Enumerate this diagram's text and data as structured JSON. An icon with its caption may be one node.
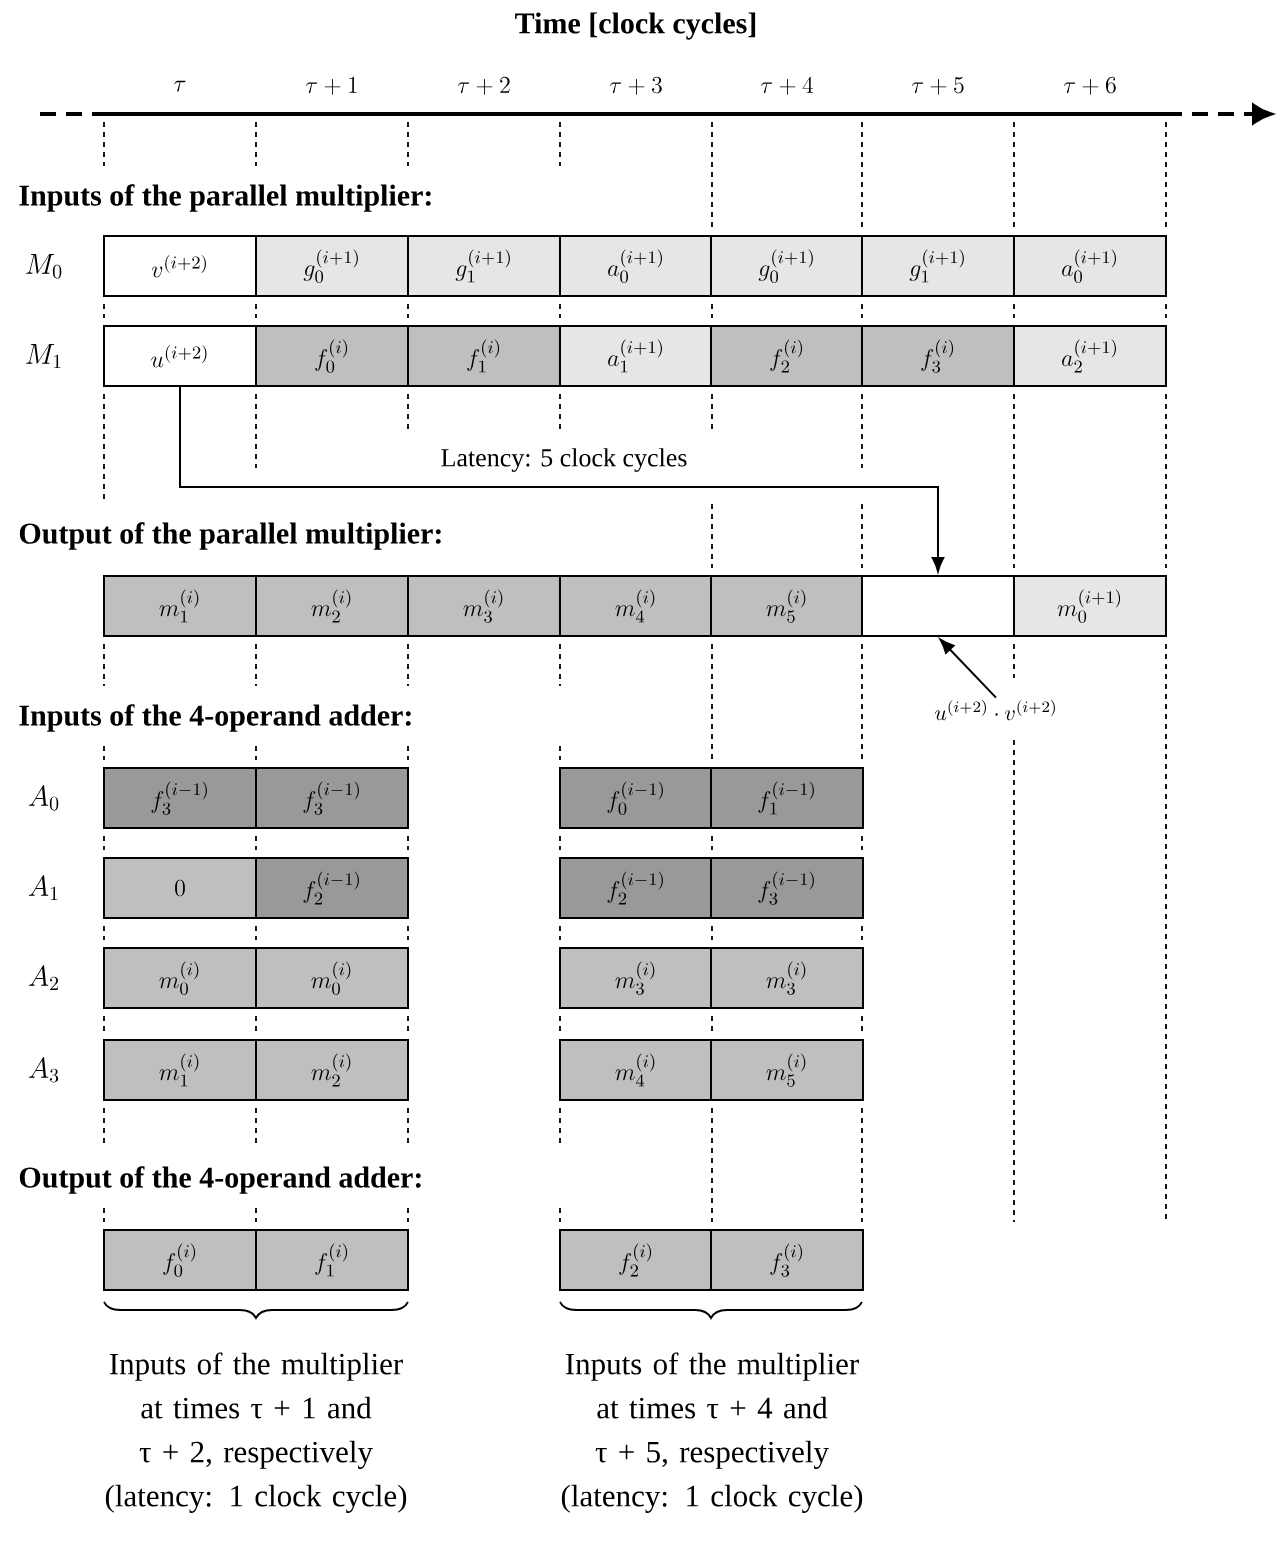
{
  "diagram": {
    "title": "Time [clock cycles]",
    "nodes": [
      {
        "text": [
          "v^{(i+2)}"
        ]
      },
      {
        "text": [
          "g_0^{(i+1)}"
        ]
      },
      {
        "text": [
          "g_1^{(i+1)}"
        ]
      },
      {
        "text": [
          "a_0^{(i+1)}"
        ]
      },
      {
        "text": [
          "g_0^{(i+1)}"
        ]
      },
      {
        "text": [
          "g_1^{(i+1)}"
        ]
      },
      {
        "text": [
          "a_0^{(i+1)}"
        ]
      },
      {
        "text": [
          "u^{(i+2)}"
        ]
      },
      {
        "text": [
          "f_0^{(i)}"
        ]
      },
      {
        "text": [
          "f_1^{(i)}"
        ]
      },
      {
        "text": [
          "a_1^{(i+1)}"
        ]
      },
      {
        "text": [
          "f_2^{(i)}"
        ]
      },
      {
        "text": [
          "f_3^{(i)}"
        ]
      },
      {
        "text": [
          "a_2^{(i+1)}"
        ]
      },
      {
        "text": [
          "m_1^{(i)}"
        ]
      },
      {
        "text": [
          "m_2^{(i)}"
        ]
      },
      {
        "text": [
          "m_3^{(i)}"
        ]
      },
      {
        "text": [
          "m_4^{(i)}"
        ]
      },
      {
        "text": [
          "m_5^{(i)}"
        ]
      },
      {
        "text": [],
        "shape": "box"
      },
      {
        "text": [
          "m_0^{(i+1)}"
        ]
      },
      {
        "text": [
          "f_3^{(i-1)}"
        ]
      },
      {
        "text": [
          "f_3^{(i-1)}"
        ]
      },
      {
        "text": [
          "f_0^{(i-1)}"
        ]
      },
      {
        "text": [
          "f_1^{(i-1)}"
        ]
      },
      {
        "text": [
          "0"
        ]
      },
      {
        "text": [
          "f_2^{(i-1)}"
        ]
      },
      {
        "text": [
          "f_2^{(i-1)}"
        ]
      },
      {
        "text": [
          "f_3^{(i-1)}"
        ]
      },
      {
        "text": [
          "m_0^{(i)}"
        ]
      },
      {
        "text": [
          "m_0^{(i)}"
        ]
      },
      {
        "text": [
          "m_3^{(i)}"
        ]
      },
      {
        "text": [
          "m_3^{(i)}"
        ]
      },
      {
        "text": [
          "m_1^{(i)}"
        ]
      },
      {
        "text": [
          "m_2^{(i)}"
        ]
      },
      {
        "text": [
          "m_4^{(i)}"
        ]
      },
      {
        "text": [
          "m_5^{(i)}"
        ]
      },
      {
        "text": [
          "f_0^{(i)}"
        ]
      },
      {
        "text": [
          "f_1^{(i)}"
        ]
      },
      {
        "text": [
          "f_2^{(i)}"
        ]
      },
      {
        "text": [
          "f_3^{(i)}"
        ]
      },
      {
        "text": [
          "u^{(i+2)} \\cdot v^{(i+2)}"
        ]
      }
    ],
    "edges": [
      {
        "from": 7,
        "to": 19,
        "arrow": "to",
        "label": "Latency: 5 clock cycles"
      },
      {
        "from": 41,
        "to": 19,
        "arrow": "to"
      }
    ],
    "labels": [
      "\\tau",
      "\\tau + 1",
      "\\tau + 2",
      "\\tau + 3",
      "\\tau + 4",
      "\\tau + 5",
      "\\tau + 6",
      "Inputs of the parallel multiplier:",
      "M_0",
      "M_1",
      "Output of the parallel multiplier:",
      "Inputs of the 4-operand adder:",
      "A_0",
      "A_1",
      "A_2",
      "A_3",
      "Output of the 4-operand adder:",
      "Inputs of the multiplier at times τ + 1 and τ + 2, respectively (latency: 1 clock cycle)",
      "Inputs of the multiplier at times τ + 4 and τ + 5, respectively (latency: 1 clock cycle)"
    ]
  }
}
